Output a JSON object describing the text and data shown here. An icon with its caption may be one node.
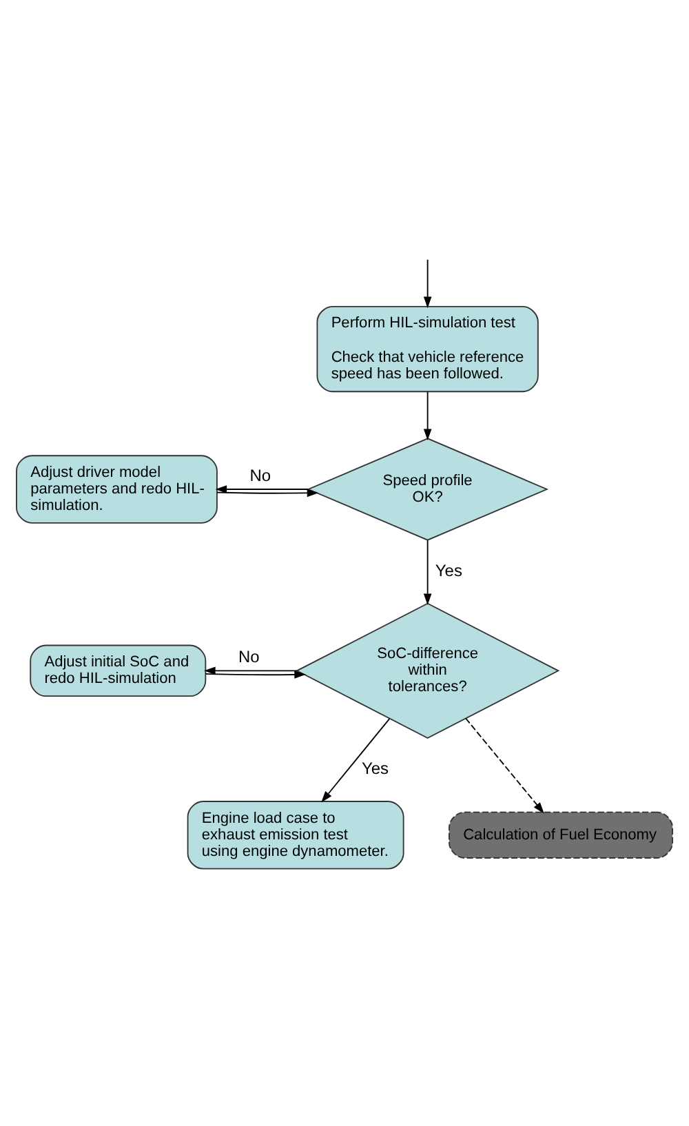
{
  "diagram": {
    "nodes": [
      {
        "text": [
          "Perform HIL-simulation test",
          "Check that vehicle reference speed has been followed."
        ]
      },
      {
        "text": [
          "Adjust driver model parameters and redo HIL-simulation."
        ]
      },
      {
        "text": [
          "Speed profile OK?"
        ]
      },
      {
        "text": [
          "Adjust initial SoC and redo HIL-simulation"
        ]
      },
      {
        "text": [
          "SoC-difference within tolerances?"
        ]
      },
      {
        "text": [
          "Engine load case to exhaust emission test using engine dynamometer."
        ]
      },
      {
        "text": [
          "Calculation of Fuel Economy"
        ]
      }
    ],
    "edges": [
      {
        "from": null,
        "to": 0,
        "arrow": "to"
      },
      {
        "from": 0,
        "to": 2,
        "arrow": "to"
      },
      {
        "from": 2,
        "to": 1,
        "arrow": "to",
        "label": "No"
      },
      {
        "from": 1,
        "to": 2,
        "arrow": "to"
      },
      {
        "from": 2,
        "to": 4,
        "arrow": "to",
        "label": "Yes"
      },
      {
        "from": 4,
        "to": 3,
        "arrow": "to",
        "label": "No"
      },
      {
        "from": 3,
        "to": 4,
        "arrow": "to"
      },
      {
        "from": 4,
        "to": 5,
        "arrow": "to",
        "label": "Yes"
      },
      {
        "from": 4,
        "to": 6,
        "arrow": "to",
        "style": "dashed"
      }
    ]
  }
}
